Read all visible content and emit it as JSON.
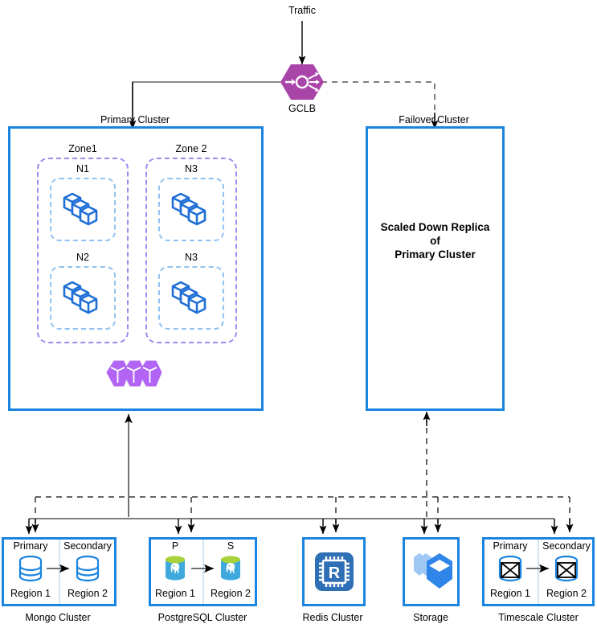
{
  "diagram": {
    "traffic_label": "Traffic",
    "gclb": {
      "label": "GCLB",
      "icon": "load-balancer-icon",
      "color": "#a945a9"
    },
    "primary_cluster": {
      "label": "Primary Cluster",
      "border_color": "#1a85e0",
      "zones": [
        {
          "label": "Zone1",
          "nodes": [
            {
              "label": "N1",
              "icon": "cube-stack-icon"
            },
            {
              "label": "N2",
              "icon": "cube-stack-icon"
            }
          ]
        },
        {
          "label": "Zone 2",
          "nodes": [
            {
              "label": "N3",
              "icon": "cube-stack-icon"
            },
            {
              "label": "N3",
              "icon": "cube-stack-icon"
            }
          ]
        }
      ],
      "pods_icon": "hexagon-pods-icon",
      "pods_color": "#b265f5"
    },
    "failover_cluster": {
      "label": "Failover Cluster",
      "body_line1": "Scaled Down Replica",
      "body_line2": "of",
      "body_line3": "Primary Cluster",
      "border_color": "#1a85e0"
    },
    "datastores": [
      {
        "caption": "Mongo Cluster",
        "type": "pair",
        "icon": "mongo-db-icon",
        "left": {
          "title": "Primary",
          "region": "Region 1"
        },
        "right": {
          "title": "Secondary",
          "region": "Region 2"
        }
      },
      {
        "caption": "PostgreSQL Cluster",
        "type": "pair",
        "icon": "postgresql-elephant-icon",
        "left": {
          "title": "P",
          "region": "Region 1"
        },
        "right": {
          "title": "S",
          "region": "Region 2"
        }
      },
      {
        "caption": "Redis Cluster",
        "type": "single",
        "icon": "redis-chip-icon"
      },
      {
        "caption": "Storage",
        "type": "single",
        "icon": "storage-boxes-icon"
      },
      {
        "caption": "Timescale Cluster",
        "type": "pair",
        "icon": "timescale-db-icon",
        "left": {
          "title": "Primary",
          "region": "Region 1"
        },
        "right": {
          "title": "Secondary",
          "region": "Region 2"
        }
      }
    ],
    "connectors": {
      "solid_color": "#666666",
      "dashed_color": "#555555",
      "arrow_color": "#000000"
    }
  }
}
